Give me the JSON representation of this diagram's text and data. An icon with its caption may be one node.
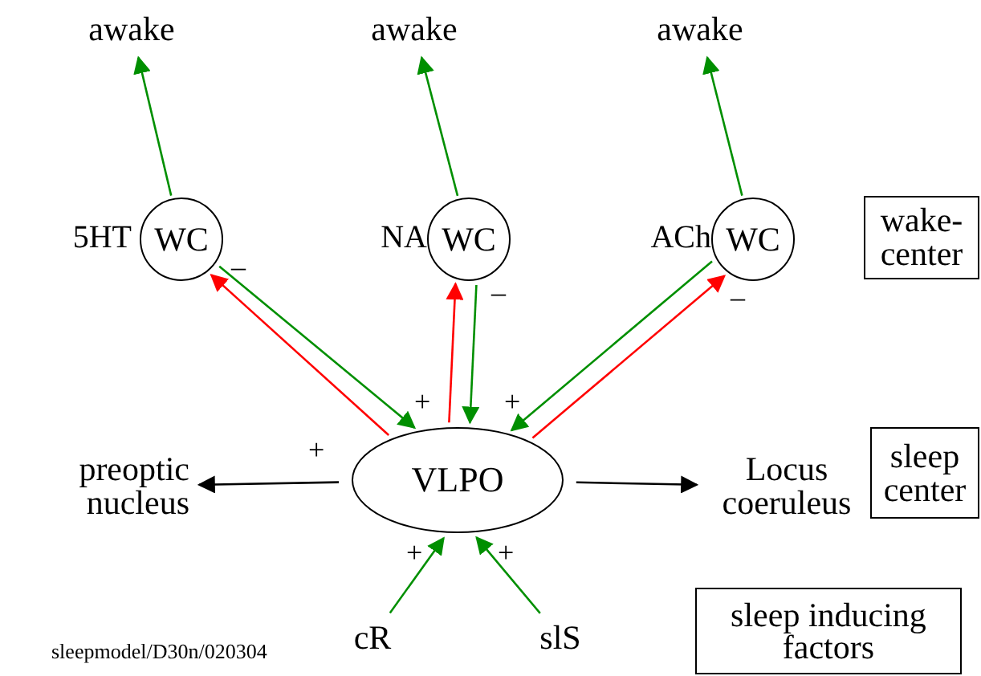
{
  "diagram": {
    "nodes": [
      {
        "text": [
          "awake"
        ]
      },
      {
        "text": [
          "awake"
        ]
      },
      {
        "text": [
          "awake"
        ]
      },
      {
        "text": [
          "WC"
        ],
        "beside": [
          "5HT"
        ]
      },
      {
        "text": [
          "WC"
        ],
        "beside": [
          "NA"
        ]
      },
      {
        "text": [
          "WC"
        ],
        "beside": [
          "ACh"
        ]
      },
      {
        "text": [
          "VLPO"
        ]
      },
      {
        "text": [
          "preoptic nucleus"
        ]
      },
      {
        "text": [
          "Locus coeruleus"
        ]
      },
      {
        "text": [
          "wake- center"
        ]
      },
      {
        "text": [
          "sleep center"
        ]
      },
      {
        "text": [
          "cR"
        ]
      },
      {
        "text": [
          "slS"
        ]
      },
      {
        "text": [
          "sleep inducing factors"
        ]
      }
    ],
    "edges": [
      {
        "from": 3,
        "to": 0,
        "arrow": "to"
      },
      {
        "from": 4,
        "to": 1,
        "arrow": "to"
      },
      {
        "from": 5,
        "to": 2,
        "arrow": "to"
      },
      {
        "from": 3,
        "to": 6,
        "arrow": "to"
      },
      {
        "from": 6,
        "to": 3,
        "arrow": "to",
        "color": "#ff0000"
      },
      {
        "from": 4,
        "to": 6,
        "arrow": "to"
      },
      {
        "from": 6,
        "to": 4,
        "arrow": "to",
        "color": "#ff0000"
      },
      {
        "from": 5,
        "to": 6,
        "arrow": "to"
      },
      {
        "from": 6,
        "to": 5,
        "arrow": "to",
        "color": "#ff0000"
      },
      {
        "from": 6,
        "to": 7,
        "arrow": "to",
        "color": "#000000"
      },
      {
        "from": 6,
        "to": 8,
        "arrow": "to",
        "color": "#000000"
      },
      {
        "from": 11,
        "to": 6,
        "arrow": "to"
      },
      {
        "from": 12,
        "to": 6,
        "arrow": "to"
      }
    ],
    "labels": [
      "–",
      "–",
      "–",
      "+",
      "+",
      "+",
      "+",
      "+",
      "sleepmodel/D30n/020304"
    ]
  }
}
